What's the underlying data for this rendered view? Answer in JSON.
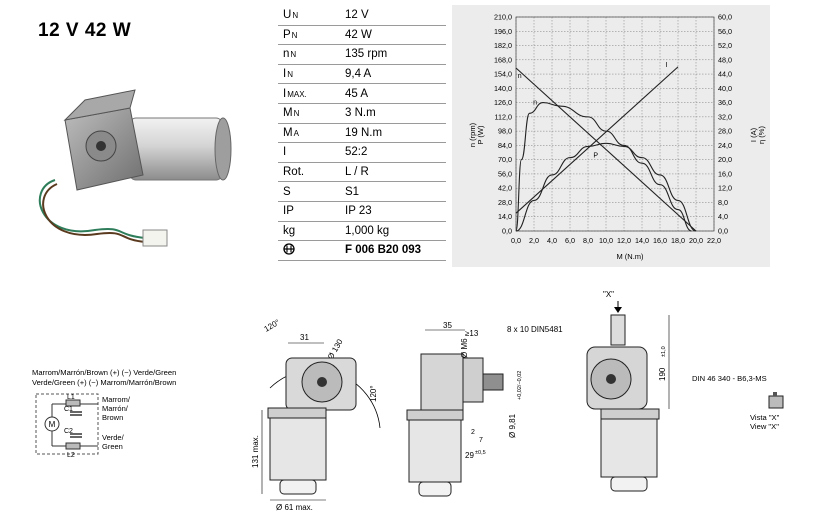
{
  "header": {
    "rating": "12 V   42 W"
  },
  "specs": [
    {
      "symbol": "U",
      "sub": "N",
      "value": "12 V"
    },
    {
      "symbol": "P",
      "sub": "N",
      "value": "42 W"
    },
    {
      "symbol": "n",
      "sub": "N",
      "value": "135 rpm"
    },
    {
      "symbol": "I",
      "sub": "N",
      "value": "9,4 A"
    },
    {
      "symbol": "I",
      "sub": "MAX.",
      "value": "45 A"
    },
    {
      "symbol": "M",
      "sub": "N",
      "value": "3 N.m"
    },
    {
      "symbol": "M",
      "sub": "A",
      "value": "19 N.m"
    },
    {
      "symbol": "I",
      "sub": "",
      "value": "52:2"
    },
    {
      "symbol": "Rot.",
      "sub": "",
      "value": "L / R"
    },
    {
      "symbol": "S",
      "sub": "",
      "value": "S1"
    },
    {
      "symbol": "IP",
      "sub": "",
      "value": "IP 23"
    },
    {
      "symbol": "kg",
      "sub": "",
      "value": "1,000 kg"
    },
    {
      "symbol": "",
      "sub": "",
      "value": "F 006 B20 093",
      "icon": "bosch-logo-icon"
    }
  ],
  "chart_data": {
    "type": "line",
    "x": [
      0,
      2,
      4,
      6,
      8,
      10,
      12,
      14,
      16,
      18,
      20
    ],
    "xticks": [
      "0,0",
      "2,0",
      "4,0",
      "6,0",
      "8,0",
      "10,0",
      "12,0",
      "14,0",
      "16,0",
      "18,0",
      "20,0",
      "22,0"
    ],
    "xlabel": "M (N.m)",
    "xlim": [
      0,
      22
    ],
    "y_left_ticks": [
      "0,0",
      "14,0",
      "28,0",
      "42,0",
      "56,0",
      "70,0",
      "84,0",
      "98,0",
      "112,0",
      "126,0",
      "140,0",
      "154,0",
      "168,0",
      "182,0",
      "196,0",
      "210,0"
    ],
    "y_left_label_top": "n (rpm)",
    "y_left_label_bottom": "P (W)",
    "ylim_left": [
      0,
      210
    ],
    "y_right_ticks": [
      "0,0",
      "4,0",
      "8,0",
      "12,0",
      "16,0",
      "20,0",
      "24,0",
      "28,0",
      "32,0",
      "36,0",
      "40,0",
      "44,0",
      "48,0",
      "52,0",
      "56,0",
      "60,0"
    ],
    "y_right_label_top": "I (A)",
    "y_right_label_bottom": "η (%)",
    "ylim_right": [
      0,
      60
    ],
    "grid": true,
    "series": [
      {
        "name": "n",
        "axis": "left",
        "x": [
          0,
          20
        ],
        "values": [
          160,
          0
        ]
      },
      {
        "name": "I",
        "axis": "right",
        "x": [
          0,
          18
        ],
        "values": [
          5,
          46
        ]
      },
      {
        "name": "P",
        "axis": "left",
        "x": [
          0,
          2,
          4,
          6,
          8,
          10,
          12,
          14,
          16,
          18,
          20
        ],
        "values": [
          0,
          30,
          55,
          72,
          83,
          86,
          83,
          72,
          55,
          30,
          0
        ]
      },
      {
        "name": "η",
        "axis": "right",
        "x": [
          0,
          0.6,
          1.5,
          3,
          5,
          8,
          10,
          12,
          14,
          16,
          18,
          19.5
        ],
        "values": [
          0,
          20,
          33,
          36,
          35,
          32,
          28,
          24,
          19,
          13,
          6,
          0
        ]
      }
    ],
    "curve_labels": [
      "n",
      "I",
      "n",
      "P"
    ],
    "background": "#ececec",
    "line_color": "#222222"
  },
  "drawing": {
    "dims": {
      "d120a": "120°",
      "d31": "31",
      "d120b": "120°",
      "d130": "Ø 130",
      "d131": "131 max.",
      "d61": "Ø 61 max.",
      "d35": "35",
      "d13": "≥13",
      "m6": "Ø M6",
      "d981": "Ø 9,81",
      "d981tol": "+0,02/−0,02",
      "d2": "2",
      "d7": "7",
      "d29": "29",
      "d29tol": "±0,5",
      "din5481": "8 x 10 DIN5481",
      "x": "\"X\"",
      "d190": "190",
      "d190tol": "±1,0",
      "din46340": "DIN 46 340 - B6,3-MS",
      "vista": "Vista \"X\"",
      "view": "View \"X\""
    }
  },
  "wiring": {
    "line1": "Marrom/Marrón/Brown (+)  (−) Verde/Green",
    "line2": "Verde/Green (+)  (−) Marrom/Marrón/Brown",
    "l1": "L1",
    "c1": "C1",
    "c2": "C2",
    "l2": "L2",
    "m": "M",
    "brown1": "Marrom/",
    "brown2": "Marrón/",
    "brown3": "Brown",
    "green1": "Verde/",
    "green2": "Green"
  }
}
